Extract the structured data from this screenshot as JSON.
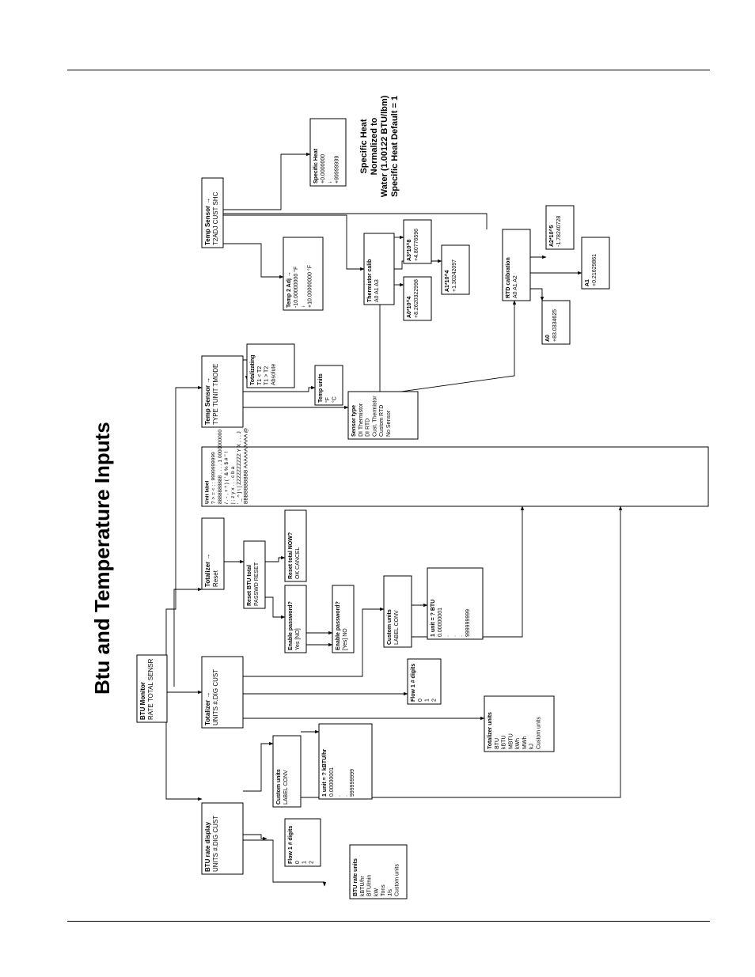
{
  "page_title": "Btu and Temperature Inputs",
  "specific_heat_note": [
    "Specific Heat",
    "Normalized to",
    "Water (1.00122 BTU/lbm)",
    "Specific Heat Default = 1"
  ],
  "menus": {
    "btu_monitor": [
      "BTU Monitor",
      "RATE  TOTAL  SENSR"
    ],
    "btu_rate_display": [
      "BTU rate display",
      "UNITS  #.DIG  CUST"
    ],
    "totalizer_units_menu": [
      "Totalizer          →",
      "UNITS  #.DIG CUST"
    ],
    "totalizer_reset_menu": [
      "Totalizer          →",
      "Reset"
    ],
    "temp_sensor_type": [
      "Temp  Sensor   →",
      "TYPE   TUNIT  TMODE"
    ],
    "temp_sensor_adj": [
      "Temp  Sensor   →",
      "T2ADJ  CUST SHC"
    ],
    "rate_units_list": [
      "BTU rate units",
      "kBTU/hr",
      "BTU/min",
      "kW",
      "Tons",
      "J/s",
      "Custom units"
    ],
    "rate_digits": [
      "Flow 1 # digits",
      "0",
      "1",
      "2"
    ],
    "rate_custom_units": [
      "Custom units",
      "LABEL  CONV"
    ],
    "rate_conversion": [
      "1 unit = ? kBTU/hr",
      "0.00000001",
      ".",
      ".",
      "999999999"
    ],
    "totalizer_units_list": [
      "Totalizer units",
      "BTU",
      "kBTU",
      "MBTU",
      "kWh",
      "MWh",
      "kJ",
      "Custom units"
    ],
    "totalizer_digits": [
      "Flow 1 # digits",
      "0",
      "1",
      "2"
    ],
    "totalizer_custom_units": [
      "Custom units",
      "LABEL  CONV"
    ],
    "totalizer_conversion": [
      "1 unit = ? BTU",
      "0.00000001",
      ".",
      ".",
      ".",
      "999999999"
    ],
    "reset_btu_total": [
      "Reset BTU total",
      "PASSWD  RESET"
    ],
    "reset_total_now": [
      "Reset total NOW?",
      "OK  CANCEL"
    ],
    "enable_password": [
      "Enable password?",
      "Yes  [NO]"
    ],
    "enable_password_yes": [
      "Enable password?",
      "[Yes]   NO"
    ],
    "unit_label_chars": [
      "Unit label",
      "?   >   =   <   ;   :   9999999999",
      "8888888888   .   .   .   .   1   0000000000",
      "/   .   -   ,   +   *   )   (   '   &   %   $   #   \"   !",
      "|   ;   z   y   x   .   .   .   c   b   a",
      "'   _   ^   ]   \\   [   ZZZZZZZZZZ   Y   X   .   .   .   J",
      "BBBBBBBBBB   AAAAAAAAAA   @"
    ],
    "temp_units": [
      "Temp units",
      "°F",
      "°C"
    ],
    "tmode_list": [
      "Totalizating",
      "T1 < T2",
      "T1 > T2",
      "Absolute"
    ],
    "sensor_type_list": [
      "Sensor type",
      "DI Thermistor",
      "DI RTD",
      "Cust. Thermistor",
      "Custom RTD",
      "No Sensor"
    ],
    "temp2_adj": [
      "Temp  2 Adj        →",
      "-10.00000000  °F",
      "↓",
      "+10.00000000  °F"
    ],
    "specific_heat": [
      "Specific Heat",
      "+0.0000000",
      "↓",
      "+99999999"
    ],
    "thermistor_calib": [
      "Thermistor calib",
      "A0          A1          A3"
    ],
    "therm_a0": [
      "A0*10^4",
      "+8.2620322998"
    ],
    "therm_a1": [
      "A1*10^4",
      "+1.30242097"
    ],
    "therm_a3": [
      "A3*10^8",
      "+4.80776596"
    ],
    "rtd_calibration": [
      "RTD  calibration",
      "A0          A1          A2"
    ],
    "rtd_a0": [
      "A0",
      "+83.0334625"
    ],
    "rtd_a1": [
      "A1",
      "+0.21629861"
    ],
    "rtd_a2": [
      "A2*10^5",
      "-1.78240728"
    ]
  }
}
